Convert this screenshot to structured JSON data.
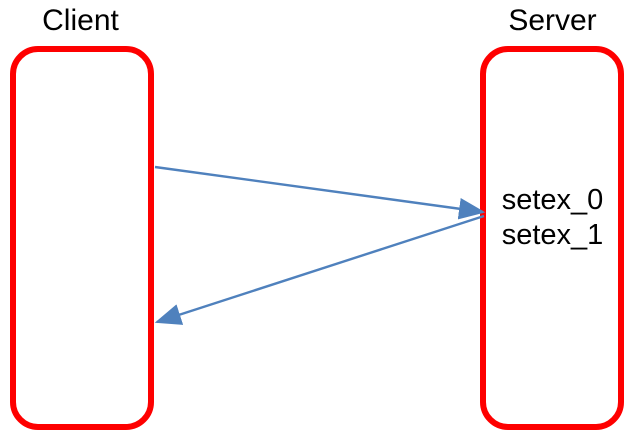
{
  "diagram": {
    "client": {
      "label": "Client"
    },
    "server": {
      "label": "Server",
      "lines": {
        "0": "setex_0",
        "1": "setex_1"
      }
    },
    "arrows": [
      {
        "name": "client-to-server-arrow",
        "from": "Client",
        "to": "Server"
      },
      {
        "name": "server-to-client-arrow",
        "from": "Server",
        "to": "Client"
      }
    ]
  },
  "colors": {
    "box_border": "#fe0000",
    "arrow": "#4f81bd",
    "text": "#000000",
    "background": "#ffffff"
  }
}
